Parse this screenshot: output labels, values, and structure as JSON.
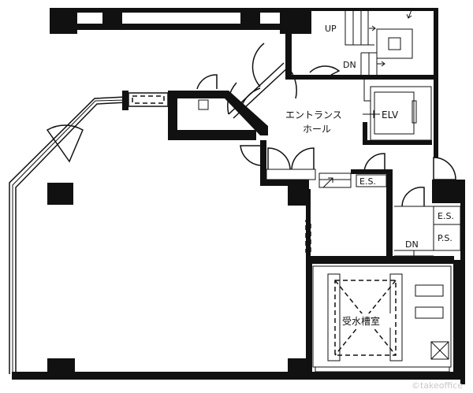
{
  "labels": {
    "stairs_up": "UP",
    "stairs_down": "DN",
    "entrance_hall_line1": "エントランス",
    "entrance_hall_line2": "ホール",
    "elevator": "ELV",
    "es_hall": "E.S.",
    "es_right": "E.S.",
    "ps_right": "P.S.",
    "stairs_down_lower": "DN",
    "water_tank_room": "受水槽室"
  },
  "watermark": "©takeoffice"
}
